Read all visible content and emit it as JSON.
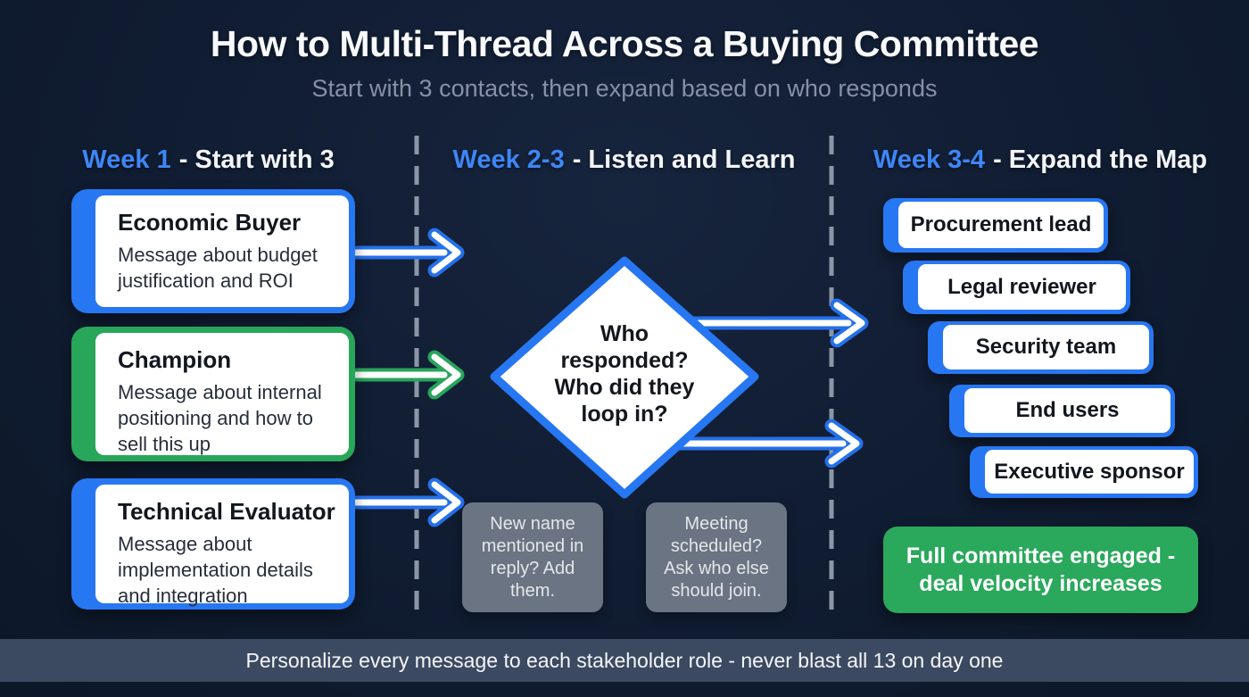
{
  "header": {
    "title": "How to Multi-Thread Across a Buying Committee",
    "subtitle": "Start with 3 contacts, then expand based on who responds"
  },
  "columns": {
    "week1": {
      "week": "Week 1",
      "label": "- Start with 3"
    },
    "week23": {
      "week": "Week 2-3",
      "label": "- Listen and Learn"
    },
    "week34": {
      "week": "Week 3-4",
      "label": "- Expand the Map"
    }
  },
  "contacts": [
    {
      "title": "Economic Buyer",
      "description": "Message about budget justification and ROI",
      "accent": "#2777f2"
    },
    {
      "title": "Champion",
      "description": "Message about internal positioning and how to sell this up",
      "accent": "#28a65a"
    },
    {
      "title": "Technical Evaluator",
      "description": "Message about implementation details and integration",
      "accent": "#2777f2"
    }
  ],
  "decision": {
    "question": "Who\nresponded?\nWho did they\nloop in?"
  },
  "notes": [
    {
      "text": "New name\nmentioned in\nreply? Add\nthem."
    },
    {
      "text": "Meeting\nscheduled?\nAsk who else\nshould join."
    }
  ],
  "expansion": [
    {
      "label": "Procurement lead"
    },
    {
      "label": "Legal reviewer"
    },
    {
      "label": "Security team"
    },
    {
      "label": "End users"
    },
    {
      "label": "Executive sponsor"
    }
  ],
  "outcome": {
    "text": "Full committee engaged -\ndeal velocity increases"
  },
  "footer": {
    "text": "Personalize every message to each stakeholder role - never blast all 13 on day one"
  },
  "colors": {
    "background": "#101c31",
    "accent_blue": "#2777f2",
    "accent_green": "#28a65a",
    "week_label_blue": "#3e86f6",
    "note_gray": "#6a7482",
    "outcome_green": "#2aa85c",
    "footer_bar": "#3b4961",
    "divider_gray": "#8b96a6"
  }
}
